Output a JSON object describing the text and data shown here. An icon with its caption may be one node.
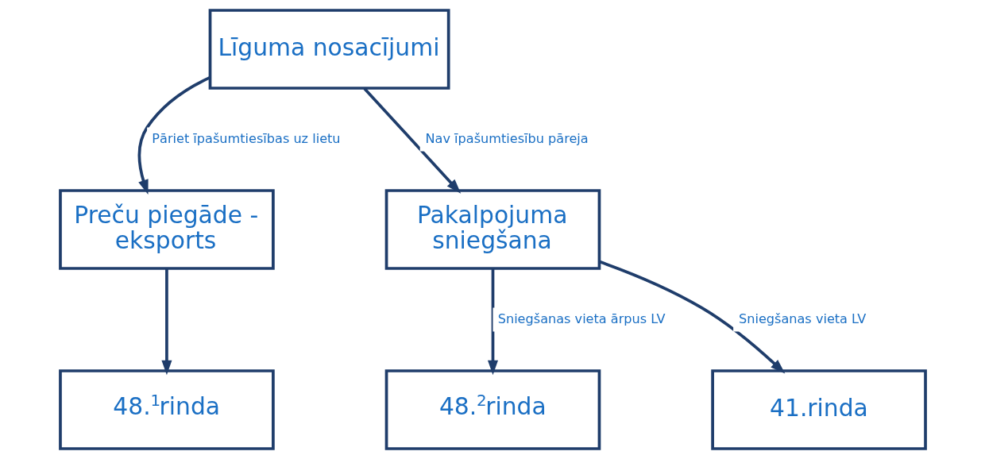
{
  "diagram": {
    "nodes": [
      {
        "text": [
          "Līguma nosacījumi"
        ]
      },
      {
        "text": [
          "Preču piegāde - eksports"
        ]
      },
      {
        "text": [
          "Pakalpojuma sniegšana"
        ]
      },
      {
        "text": [
          "48.$^{1}$rinda"
        ]
      },
      {
        "text": [
          "48.$^{2}$rinda"
        ]
      },
      {
        "text": [
          "41.rinda"
        ]
      }
    ],
    "edges": [
      {
        "from": 0,
        "to": 1,
        "arrow": "to",
        "label": "Pāriet īpašumtiesības uz lietu"
      },
      {
        "from": 0,
        "to": 2,
        "arrow": "to",
        "label": "Nav īpašumtiesību pāreja"
      },
      {
        "from": 1,
        "to": 3,
        "arrow": "to"
      },
      {
        "from": 2,
        "to": 4,
        "arrow": "to",
        "label": "Sniegšanas vieta ārpus LV"
      },
      {
        "from": 2,
        "to": 5,
        "arrow": "to",
        "label": "Sniegšanas vieta LV"
      }
    ]
  }
}
